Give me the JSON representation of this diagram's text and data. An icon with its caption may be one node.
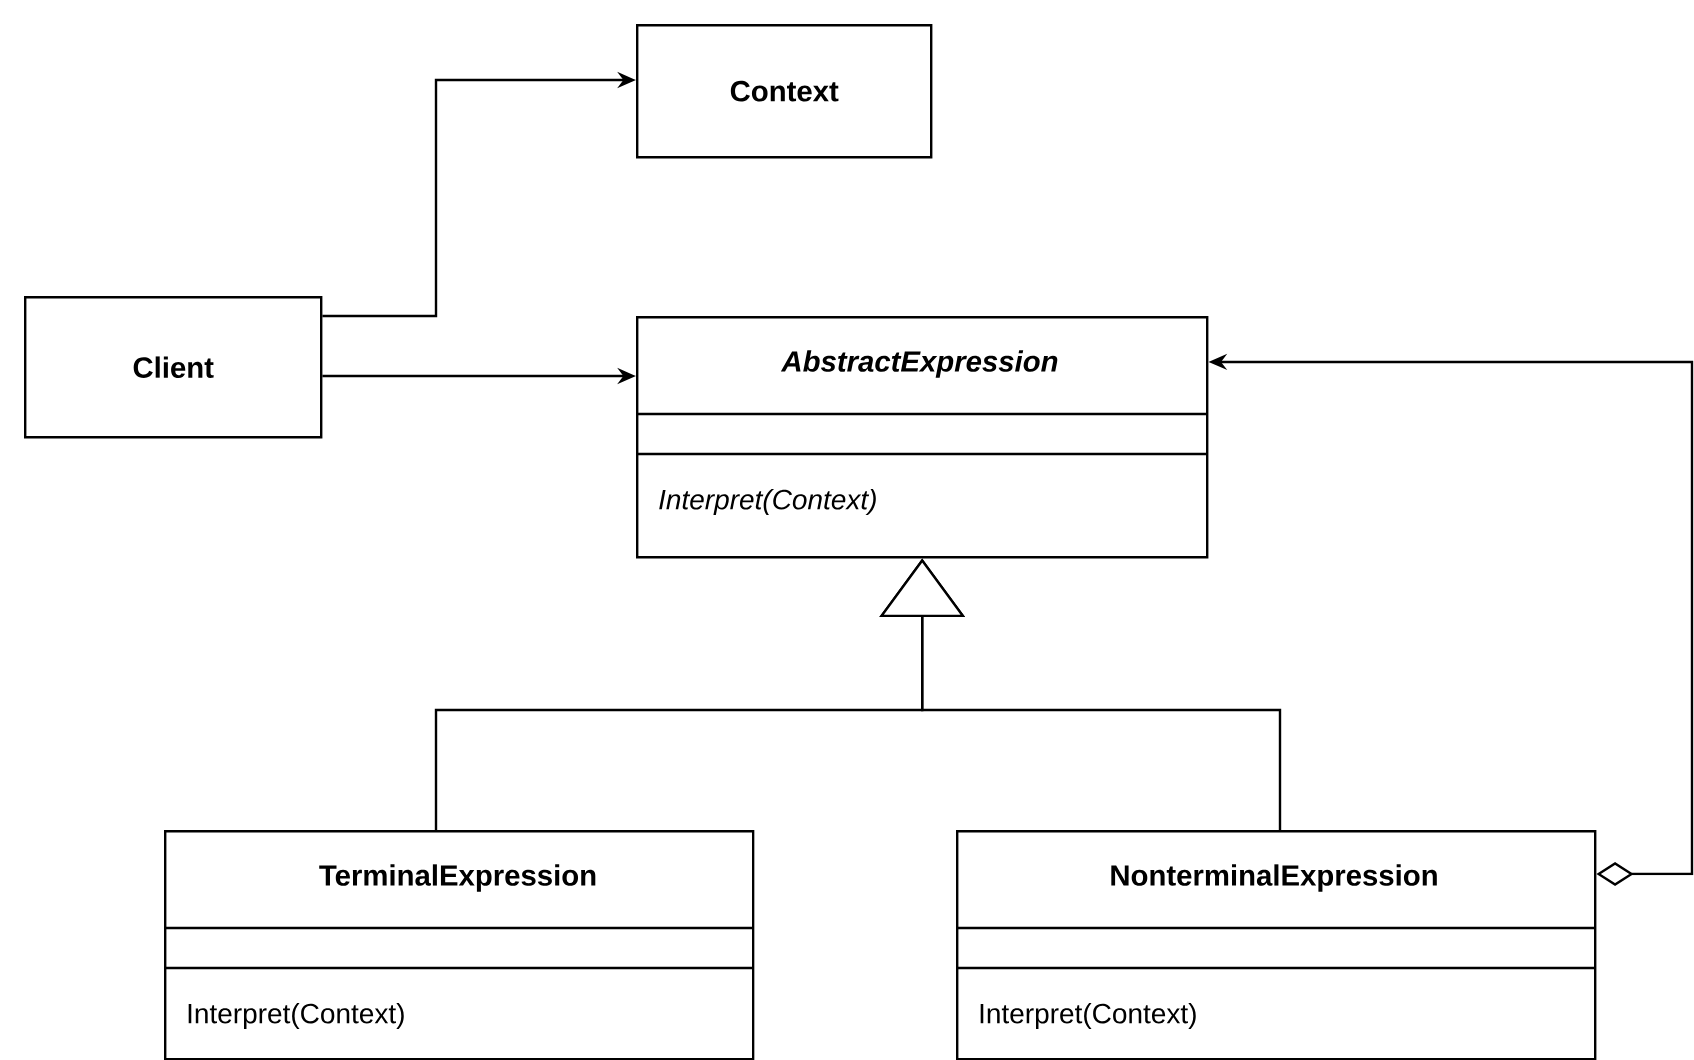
{
  "diagram": {
    "nodes": [
      {
        "text": [
          "Context"
        ]
      },
      {
        "text": [
          "Client"
        ]
      },
      {
        "text": [
          "AbstractExpression",
          "Interpret(Context)"
        ]
      },
      {
        "text": [
          "TerminalExpression",
          "Interpret(Context)"
        ]
      },
      {
        "text": [
          "NonterminalExpression",
          "Interpret(Context)"
        ]
      }
    ],
    "edges": [
      {
        "from": 1,
        "to": 0,
        "arrow": "to"
      },
      {
        "from": 1,
        "to": 2,
        "arrow": "to"
      },
      {
        "from": 3,
        "to": 2,
        "arrow": "to"
      },
      {
        "from": 4,
        "to": 2,
        "arrow": "to"
      },
      {
        "from": 4,
        "to": 2,
        "arrow": "to"
      }
    ]
  }
}
